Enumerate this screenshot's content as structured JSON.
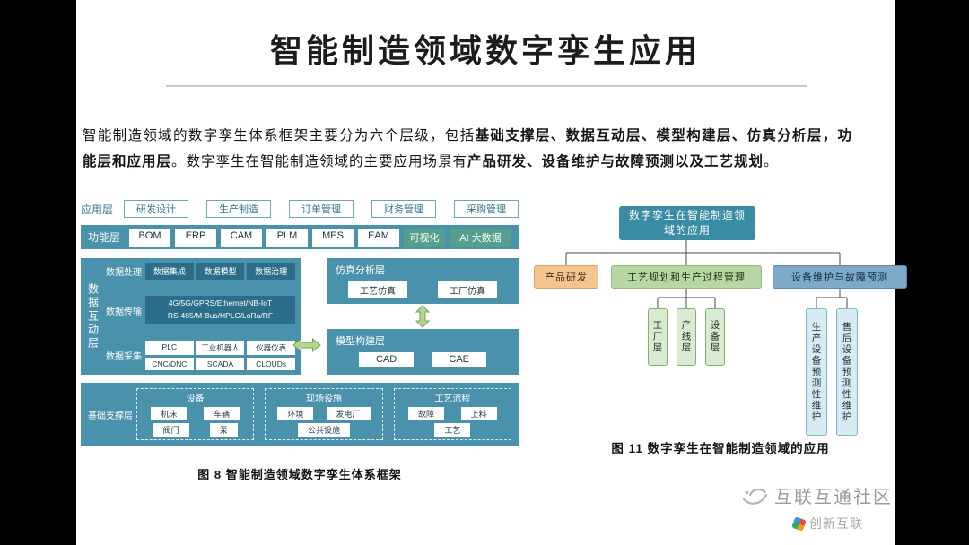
{
  "page": {
    "title": "智能制造领域数字孪生应用"
  },
  "intro": {
    "seg1": "智能制造领域的数字孪生体系框架主要分为六个层级，包括",
    "seg2": "基础支撑层、数据互动层、模型构建层、仿真分析层，功能层和应用层",
    "seg3": "。数字孪生在智能制造领域的主要应用场景有",
    "seg4": "产品研发、设备维护与故障预测以及工艺规划",
    "seg5": "。"
  },
  "framework": {
    "caption": "图 8  智能制造领域数字孪生体系框架",
    "app_layer": {
      "label": "应用层",
      "items": [
        "研发设计",
        "生产制造",
        "订单管理",
        "财务管理",
        "采购管理"
      ]
    },
    "function_layer": {
      "label": "功能层",
      "items": [
        "BOM",
        "ERP",
        "CAM",
        "PLM",
        "MES",
        "EAM"
      ],
      "highlighted": [
        "可视化",
        "AI 大数据"
      ]
    },
    "data_layer": {
      "label": "数据互动层",
      "processing": {
        "label": "数据处理",
        "items": [
          "数据集成",
          "数据模型",
          "数据治理"
        ]
      },
      "transmission": {
        "label": "数据传输",
        "lines": [
          "4G/5G/GPRS/Ethernet/NB-IoT",
          "RS-485/M-Bus/HPLC/LoRa/RF"
        ]
      },
      "collection": {
        "label": "数据采集",
        "items": [
          "PLC",
          "工业机器人",
          "仪器仪表",
          "CNC/DNC",
          "SCADA",
          "CLOUDs"
        ]
      }
    },
    "simulation_layer": {
      "label": "仿真分析层",
      "items": [
        "工艺仿真",
        "工厂仿真"
      ]
    },
    "model_layer": {
      "label": "模型构建层",
      "items": [
        "CAD",
        "CAE"
      ]
    },
    "support_layer": {
      "label": "基础支撑层",
      "groups": [
        {
          "label": "设备",
          "items": [
            "机床",
            "车辆",
            "阀门",
            "泵"
          ]
        },
        {
          "label": "现场设施",
          "items": [
            "环境",
            "发电厂",
            "公共设施"
          ]
        },
        {
          "label": "工艺流程",
          "items": [
            "故障",
            "上料",
            "工艺"
          ]
        }
      ]
    }
  },
  "application": {
    "caption": "图 11  数字孪生在智能制造领域的应用",
    "root": "数字孪生在智能制造领域的应用",
    "branches": [
      {
        "label": "产品研发",
        "children": []
      },
      {
        "label": "工艺规划和生产过程管理",
        "children": [
          "工厂层",
          "产线层",
          "设备层"
        ]
      },
      {
        "label": "设备维护与故障预测",
        "children": [
          "生产设备预测性维护",
          "售后设备预测性维护"
        ]
      }
    ]
  },
  "watermark": {
    "community": "互联互通社区",
    "brand": "创新互联"
  },
  "colors": {
    "teal": "#4a92ac",
    "teal_dark": "#2c6e89",
    "green_highlight": "#55a08d",
    "arrow_green": "#a9cf8a",
    "orange_branch": "#f6c48e",
    "green_branch": "#b9d7a4",
    "blue_branch": "#7fa9c8",
    "light_green": "#d9ead3",
    "light_cyan": "#d6ebf2"
  }
}
